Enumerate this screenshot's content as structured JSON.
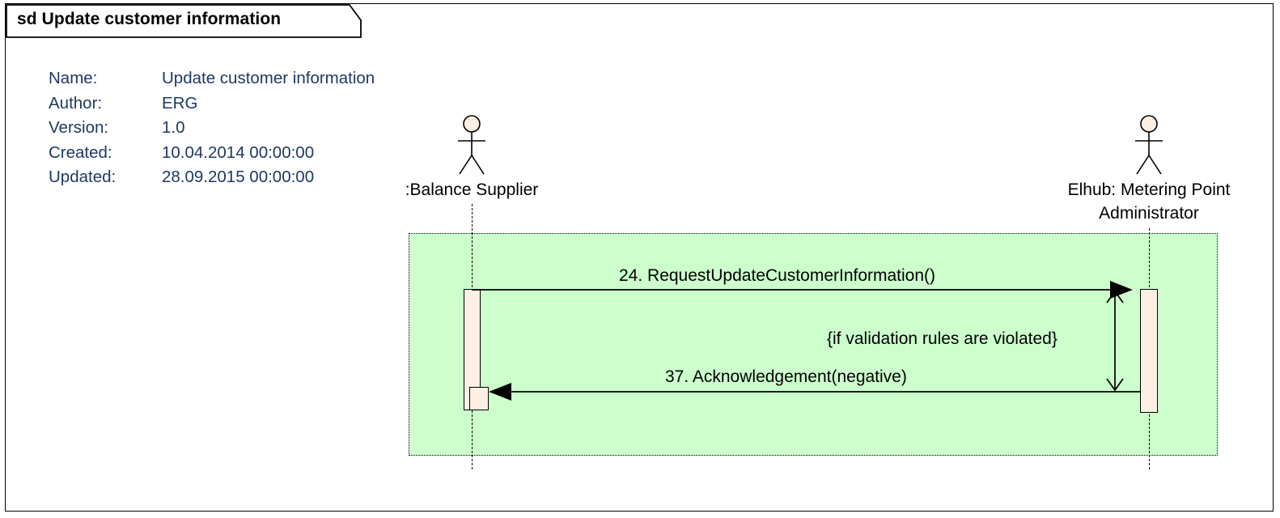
{
  "diagram": {
    "type": "uml-sequence-diagram",
    "tab_label": "sd Update customer information",
    "frame_border_color": "#000000",
    "background_color": "#ffffff"
  },
  "metadata": {
    "text_color": "#1F3864",
    "rows": [
      {
        "key": "Name:",
        "value": "Update customer information"
      },
      {
        "key": "Author:",
        "value": "ERG"
      },
      {
        "key": "Version:",
        "value": "1.0"
      },
      {
        "key": "Created:",
        "value": "10.04.2014 00:00:00"
      },
      {
        "key": "Updated:",
        "value": "28.09.2015 00:00:00"
      }
    ]
  },
  "actors": [
    {
      "id": "balance-supplier",
      "label": ":Balance Supplier",
      "icon": "actor-stick-figure-icon",
      "head_fill": "#FDF0E3"
    },
    {
      "id": "elhub-metering-point-administrator",
      "label": "Elhub: Metering Point\nAdministrator",
      "icon": "actor-stick-figure-icon",
      "head_fill": "#FDF0E3"
    }
  ],
  "fragment": {
    "fill_color": "#CCFFCC",
    "border_style": "dotted",
    "border_color": "#000000"
  },
  "messages": [
    {
      "number": "24.",
      "label": "24. RequestUpdateCustomerInformation()",
      "direction": "left-to-right",
      "arrow": "solid-filled-arrowhead"
    },
    {
      "number": "37.",
      "label": "37. Acknowledgement(negative)",
      "direction": "right-to-left",
      "arrow": "solid-filled-arrowhead"
    }
  ],
  "constraint": {
    "label": "{if validation rules are violated}",
    "marker": "duration-double-arrow"
  },
  "activations": {
    "fill_color": "#FDF0E3",
    "border_color": "#000000"
  }
}
